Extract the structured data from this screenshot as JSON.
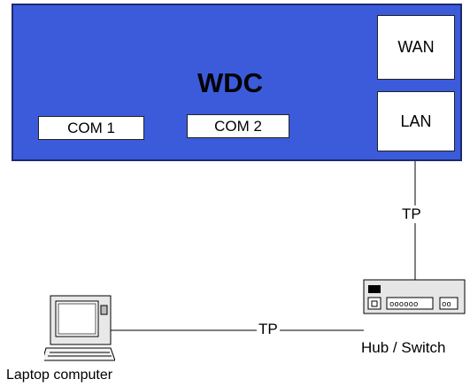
{
  "diagram": {
    "device_title": "WDC",
    "ports": {
      "com1": "COM 1",
      "com2": "COM 2",
      "wan": "WAN",
      "lan": "LAN"
    },
    "links": {
      "lan_to_hub": "TP",
      "hub_to_laptop": "TP"
    },
    "devices": {
      "hub_label": "Hub / Switch",
      "laptop_label": "Laptop computer"
    },
    "colors": {
      "device_fill": "#3b5bdb",
      "device_border": "#1d2a6e"
    }
  }
}
